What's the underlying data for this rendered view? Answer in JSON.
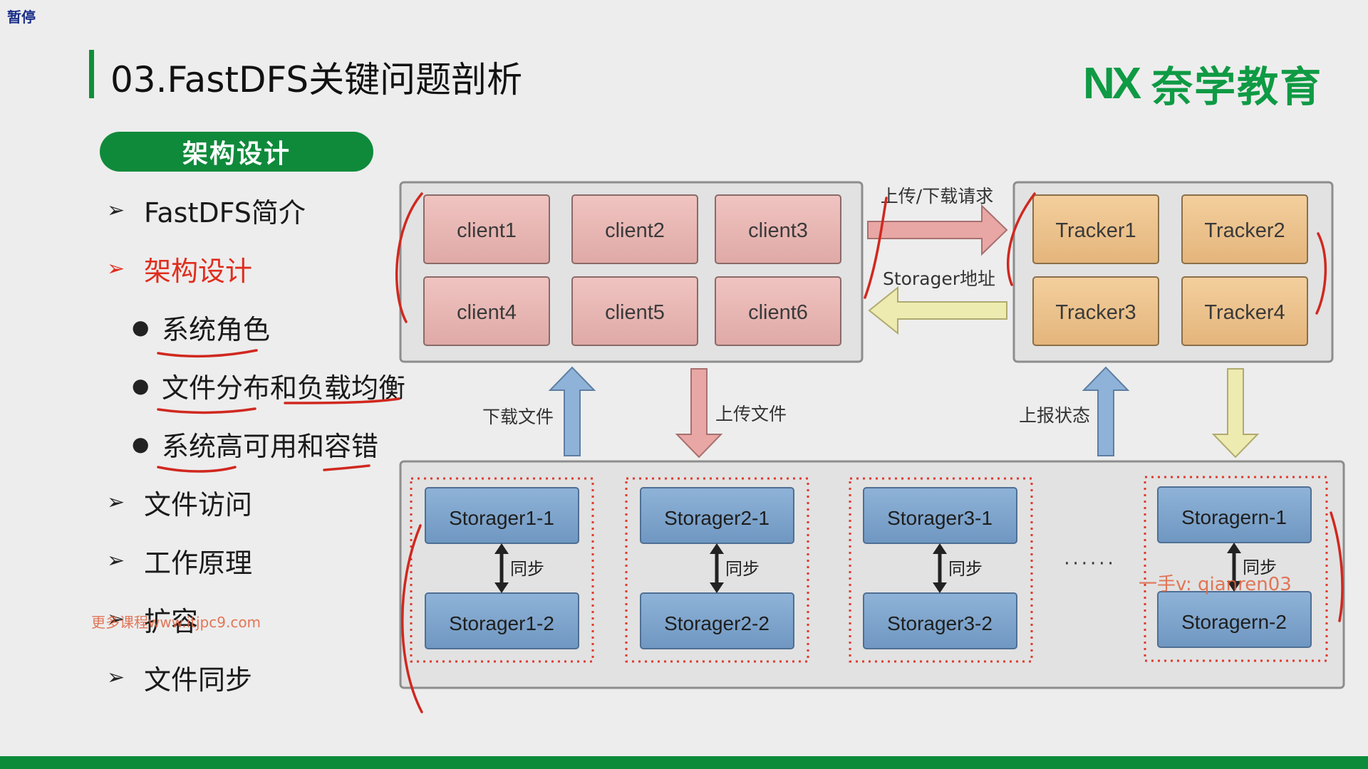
{
  "overlay": {
    "pause_label": "暂停"
  },
  "header": {
    "title": "03.FastDFS关键问题剖析",
    "logo_mark": "NX",
    "logo_text": "奈学教育"
  },
  "sidebar": {
    "section_pill": "架构设计",
    "items": [
      {
        "marker": "➢",
        "label": "FastDFS简介"
      },
      {
        "marker": "➢",
        "label": "架构设计"
      },
      {
        "marker": "●",
        "label": "系统角色"
      },
      {
        "marker": "●",
        "label": "文件分布和负载均衡"
      },
      {
        "marker": "●",
        "label": "系统高可用和容错"
      },
      {
        "marker": "➢",
        "label": "文件访问"
      },
      {
        "marker": "➢",
        "label": "工作原理"
      },
      {
        "marker": "➢",
        "label": "扩容"
      },
      {
        "marker": "➢",
        "label": "文件同步"
      }
    ]
  },
  "diagram": {
    "clients": [
      "client1",
      "client2",
      "client3",
      "client4",
      "client5",
      "client6"
    ],
    "trackers": [
      "Tracker1",
      "Tracker2",
      "Tracker3",
      "Tracker4"
    ],
    "arrow_labels": {
      "upload_download_request": "上传/下载请求",
      "storager_address": "Storager地址",
      "download_file": "下载文件",
      "upload_file": "上传文件",
      "report_status": "上报状态"
    },
    "storage_groups": [
      {
        "top": "Storager1-1",
        "bottom": "Storager1-2",
        "sync": "同步"
      },
      {
        "top": "Storager2-1",
        "bottom": "Storager2-2",
        "sync": "同步"
      },
      {
        "top": "Storager3-1",
        "bottom": "Storager3-2",
        "sync": "同步"
      },
      {
        "top": "Storagern-1",
        "bottom": "Storagern-2",
        "sync": "同步"
      }
    ],
    "ellipsis": "······"
  },
  "watermarks": {
    "site": "更多课程www.itjpc9.com",
    "contact": "一手v: qianren03"
  },
  "colors": {
    "brand_green": "#0f8a3b",
    "client_fill": "#e8b8b5",
    "tracker_fill": "#eec58f",
    "storage_fill": "#7fa5cc",
    "accent_red": "#e02d1d"
  }
}
